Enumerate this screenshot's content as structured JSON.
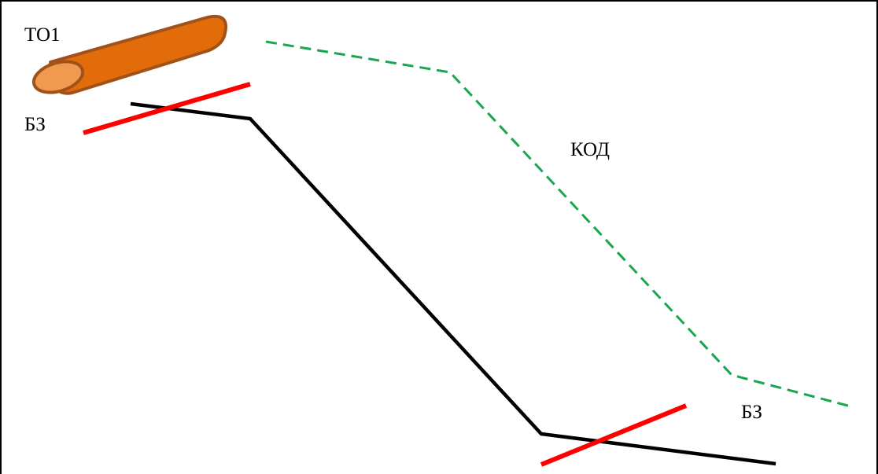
{
  "labels": {
    "pipe": "ТО1",
    "cover_top": "БЗ",
    "code": "КОД",
    "cover_bottom": "БЗ"
  },
  "colors": {
    "frame": "#000000",
    "profile_line": "#000000",
    "dashed_line": "#1aa650",
    "cut_marks": "#ff0000",
    "pipe_body": "#e36c0a",
    "pipe_outline": "#a0521a",
    "pipe_end": "#f09a50"
  }
}
